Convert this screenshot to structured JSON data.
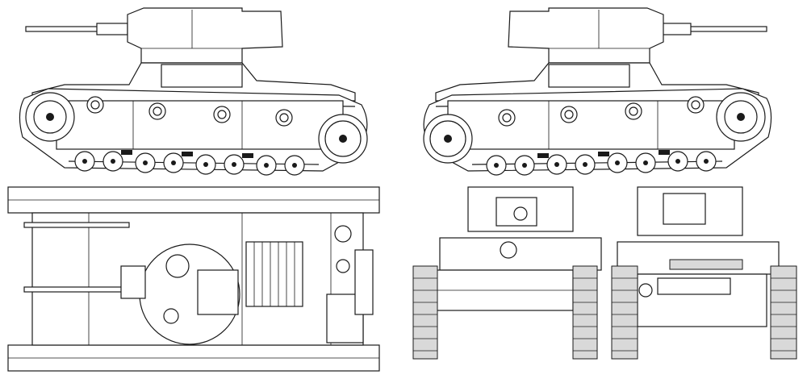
{
  "views": [
    {
      "name": "left-side-view"
    },
    {
      "name": "right-side-view"
    },
    {
      "name": "top-view"
    },
    {
      "name": "front-view"
    },
    {
      "name": "rear-view"
    }
  ],
  "colors": {
    "line": "#1a1a1a",
    "background": "#ffffff",
    "shade": "#d9d9d9"
  }
}
